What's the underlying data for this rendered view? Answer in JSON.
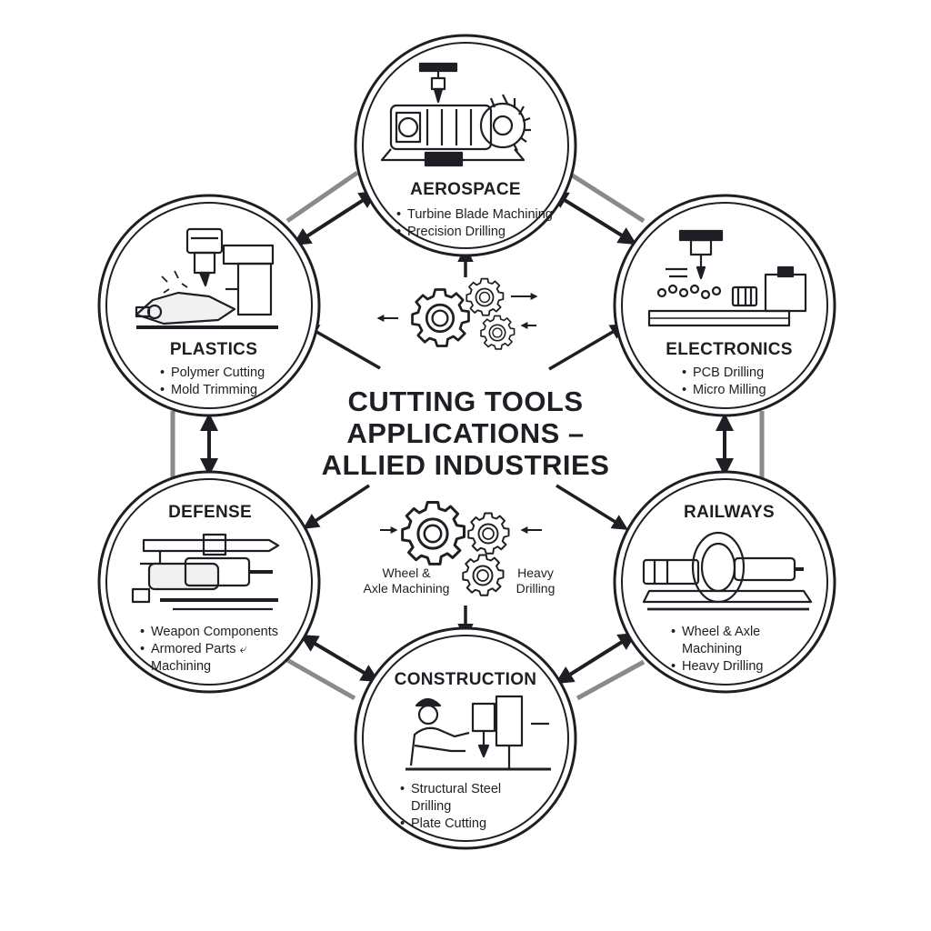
{
  "title": {
    "lines": [
      "CUTTING TOOLS",
      "APPLICATIONS –",
      "ALLIED INDUSTRIES"
    ]
  },
  "nodes": {
    "aerospace": {
      "label": "AEROSPACE",
      "bullets": [
        "Turbine Blade Machining",
        "Precision Drilling"
      ],
      "icon": "turbine-machining-icon"
    },
    "electronics": {
      "label": "ELECTRONICS",
      "bullets": [
        "PCB Drilling",
        "Micro Milling"
      ],
      "icon": "pcb-drilling-icon"
    },
    "railways": {
      "label": "RAILWAYS",
      "bullets": [
        "Wheel & Axle",
        "Machining",
        "Heavy Drilling"
      ],
      "icon": "wheel-axle-lathe-icon"
    },
    "construction": {
      "label": "CONSTRUCTION",
      "bullets": [
        "Structural Steel",
        "Drilling",
        "Plate Cutting"
      ],
      "icon": "worker-drilling-icon"
    },
    "defense": {
      "label": "DEFENSE",
      "bullets": [
        "Weapon Components",
        "Armored Parts",
        "Machining"
      ],
      "icon": "weapon-lathe-icon"
    },
    "plastics": {
      "label": "PLASTICS",
      "bullets": [
        "Polymer Cutting",
        "Mold Trimming"
      ],
      "icon": "polymer-milling-icon"
    }
  },
  "center_labels": {
    "wheel_axle": [
      "Wheel &",
      "Axle Machining"
    ],
    "heavy_drilling": [
      "Heavy",
      "Drilling"
    ]
  },
  "colors": {
    "ink": "#1e1f24",
    "connector_gray": "#8a8a8a",
    "background": "#ffffff"
  }
}
